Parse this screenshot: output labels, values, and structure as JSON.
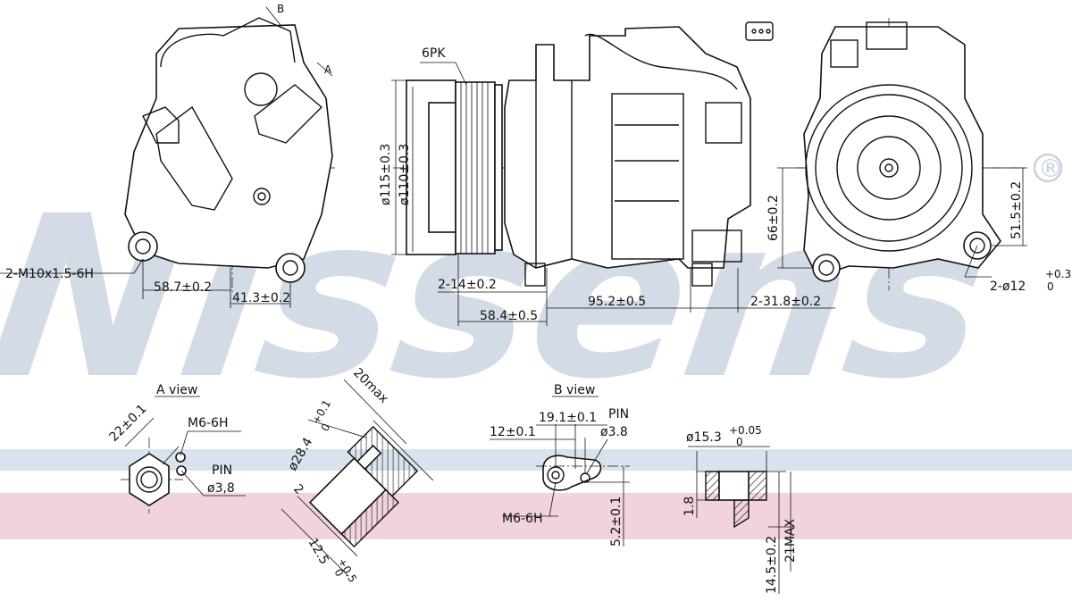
{
  "watermark": {
    "brand": "Nissens",
    "registered_mark": "®"
  },
  "colors": {
    "band_blue": "#d9e3ed",
    "band_pink": "#f2d3dc",
    "watermark": "#d2dbe6",
    "ink": "#111111"
  },
  "top_views": {
    "left": {
      "thread": "2-M10x1.5-6H",
      "dim_horizontal": "58.7±0.2",
      "dim_offset": "41.3±0.2",
      "marker_a": "A",
      "marker_b": "B"
    },
    "middle": {
      "belt": "6PK",
      "dia_outer": "ø115±0.3",
      "dia_inner": "ø110±0.3",
      "dim_pulley": "2-14±0.2",
      "dim_body": "58.4±0.5",
      "dim_length": "95.2±0.5",
      "dim_right": "2-31.8±0.2"
    },
    "right": {
      "dim_height": "66±0.2",
      "dim_height2": "51.5±0.2",
      "bore_base": "2-ø12",
      "bore_tol_upper": "+0.3",
      "bore_tol_lower": "0"
    }
  },
  "a_view": {
    "title": "A view",
    "width": "22±0.1",
    "thread": "M6-6H",
    "pin_label": "PIN",
    "pin_dia": "ø3,8",
    "depth_max": "20max",
    "dia_base": "ø28.4",
    "dia_tol_upper": "+0.1",
    "dia_tol_lower": "0",
    "dim_small": "2",
    "length_base": "12.5",
    "length_tol_upper": "+0.5",
    "length_tol_lower": "0"
  },
  "b_view": {
    "title": "B view",
    "dim_offset": "12±0.1",
    "dim_spacing": "19.1±0.1",
    "pin_label": "PIN",
    "pin_dia": "ø3.8",
    "thread": "M6-6H",
    "dim_vertical": "5.2±0.1"
  },
  "section": {
    "dia_base": "ø15.3",
    "dia_tol_upper": "+0.05",
    "dia_tol_lower": "0",
    "dim_flange": "1.8",
    "dim_height": "14.5±0.2",
    "dim_max": "21MAX"
  }
}
